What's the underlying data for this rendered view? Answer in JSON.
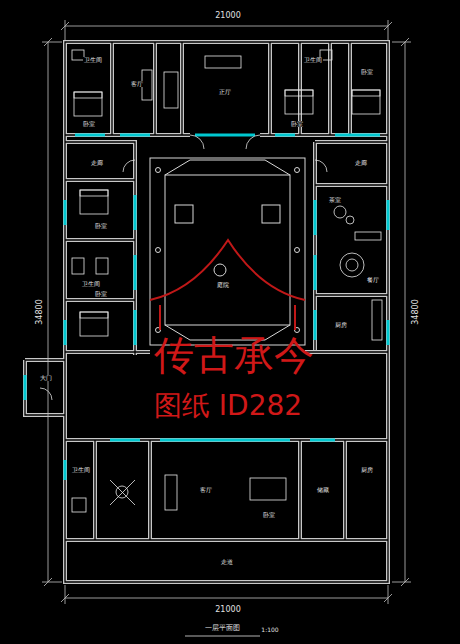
{
  "diagram": {
    "caption": "一层平面图",
    "labels": [
      "21000",
      "21000",
      "34800",
      "34800",
      "传古承今",
      "图纸 ID282",
      "1:100",
      "卫生间",
      "卧室",
      "客厅",
      "正厅",
      "卧室",
      "卫生间",
      "卧室",
      "走廊",
      "卧室",
      "卫生间",
      "卧室",
      "走廊",
      "茶室",
      "餐厅",
      "厨房",
      "庭院",
      "大门",
      "卫生间",
      "客厅",
      "卧室",
      "储藏",
      "厨房",
      "走道"
    ]
  }
}
